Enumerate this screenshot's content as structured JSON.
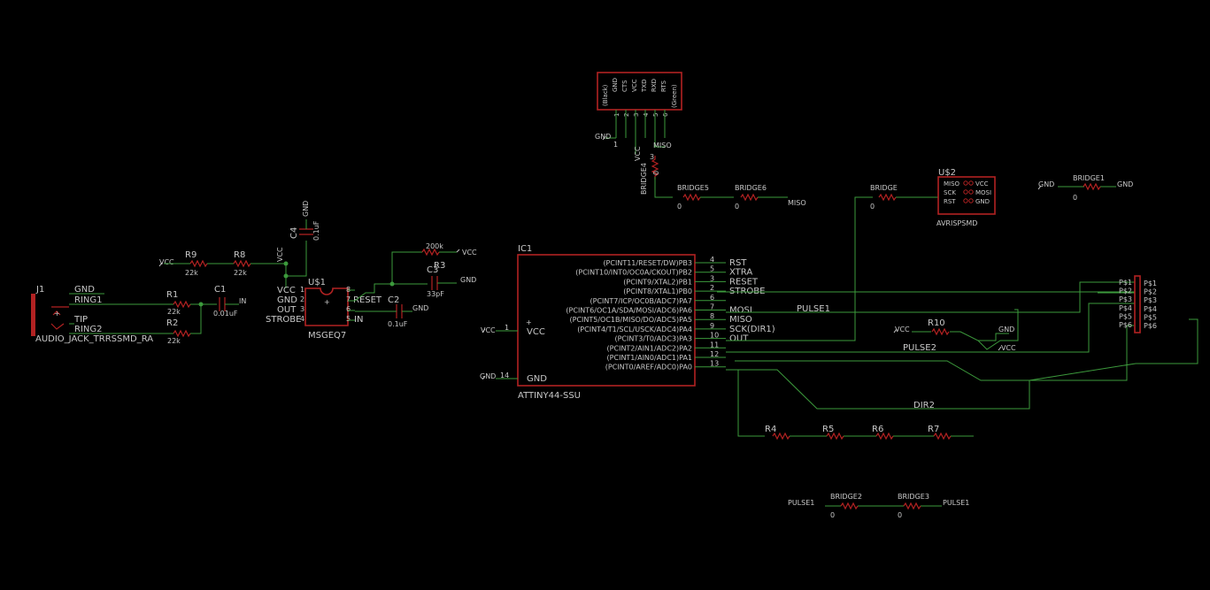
{
  "colors": {
    "background": "#000000",
    "wire": "#3c9a3c",
    "part": "#b22222",
    "text": "#c8c8c8"
  },
  "parts": {
    "j1": {
      "name": "J1",
      "value": "AUDIO_JACK_TRRSSMD_RA",
      "pins": [
        "GND",
        "RING1",
        "TIP",
        "RING2"
      ]
    },
    "r1": {
      "name": "R1",
      "value": "22k"
    },
    "r2": {
      "name": "R2",
      "value": "22k"
    },
    "r8": {
      "name": "R8",
      "value": "22k"
    },
    "r9": {
      "name": "R9",
      "value": "22k"
    },
    "c1": {
      "name": "C1",
      "value": "0.01uF"
    },
    "c4": {
      "name": "C4",
      "value": "0.1uF"
    },
    "c2": {
      "name": "C2",
      "value": "0.1uF"
    },
    "c3": {
      "name": "C3",
      "value": "33pF"
    },
    "r3": {
      "name": "R3",
      "value": "200k"
    },
    "u1": {
      "name": "U$1",
      "value": "MSGEQ7",
      "left_pins": [
        {
          "n": "1",
          "l": "VCC"
        },
        {
          "n": "2",
          "l": "GND"
        },
        {
          "n": "3",
          "l": "OUT"
        },
        {
          "n": "4",
          "l": "STROBE"
        }
      ],
      "right_pins": [
        {
          "n": "8",
          "l": "RESET"
        },
        {
          "n": "7",
          "l": ""
        },
        {
          "n": "6",
          "l": ""
        },
        {
          "n": "5",
          "l": "IN"
        }
      ]
    },
    "ic1": {
      "name": "IC1",
      "value": "ATTINY44-SSU",
      "vcc": "VCC",
      "gnd": "GND",
      "vcc_pin": "1",
      "gnd_pin": "14",
      "pins": [
        {
          "l": "(PCINT11/RESET/DW)PB3",
          "n": "4",
          "net": "RST"
        },
        {
          "l": "(PCINT10/INT0/OC0A/CKOUT)PB2",
          "n": "5",
          "net": "XTRA"
        },
        {
          "l": "(PCINT9/XTAL2)PB1",
          "n": "3",
          "net": "RESET"
        },
        {
          "l": "(PCINT8/XTAL1)PB0",
          "n": "2",
          "net": "STROBE"
        },
        {
          "l": "(PCINT7/ICP/OC0B/ADC7)PA7",
          "n": "6",
          "net": ""
        },
        {
          "l": "(PCINT6/OC1A/SDA/MOSI/ADC6)PA6",
          "n": "7",
          "net": "MOSI"
        },
        {
          "l": "(PCINT5/OC1B/MISO/DO/ADC5)PA5",
          "n": "8",
          "net": "MISO"
        },
        {
          "l": "(PCINT4/T1/SCL/USCK/ADC4)PA4",
          "n": "9",
          "net": "SCK(DIR1)"
        },
        {
          "l": "(PCINT3/T0/ADC3)PA3",
          "n": "10",
          "net": "OUT"
        },
        {
          "l": "(PCINT2/AIN1/ADC2)PA2",
          "n": "11",
          "net": ""
        },
        {
          "l": "(PCINT1/AIN0/ADC1)PA1",
          "n": "12",
          "net": ""
        },
        {
          "l": "(PCINT0/AREF/ADC0)PA0",
          "n": "13",
          "net": ""
        }
      ]
    },
    "ftdi": {
      "pins": [
        "(Black)",
        "GND",
        "CTS",
        "VCC",
        "TXD",
        "RXD",
        "RTS",
        "(Green)"
      ],
      "nums": [
        "1",
        "2",
        "3",
        "4",
        "5",
        "6"
      ],
      "gnd_pin": "1",
      "vcc_pin": "3"
    },
    "u2": {
      "name": "U$2",
      "value": "AVRISPSMD",
      "left": [
        "MISO",
        "SCK",
        "RST"
      ],
      "right": [
        "VCC",
        "MOSI",
        "GND"
      ]
    },
    "bridges": {
      "bridge": "BRIDGE",
      "b1": "BRIDGE1",
      "b2": "BRIDGE2",
      "b3": "BRIDGE3",
      "b4": "BRIDGE4",
      "b5": "BRIDGE5",
      "b6": "BRIDGE6",
      "value": "0"
    },
    "r10": {
      "name": "R10"
    },
    "r4": {
      "name": "R4"
    },
    "r5": {
      "name": "R5"
    },
    "r6": {
      "name": "R6"
    },
    "r7": {
      "name": "R7"
    },
    "header": {
      "labels": [
        "P$1",
        "P$2",
        "P$3",
        "P$4",
        "P$5",
        "P$6"
      ]
    }
  },
  "nets": {
    "gnd": "GND",
    "vcc": "VCC",
    "in": "IN",
    "miso": "MISO",
    "pulse1": "PULSE1",
    "pulse2": "PULSE2",
    "dir2": "DIR2"
  }
}
